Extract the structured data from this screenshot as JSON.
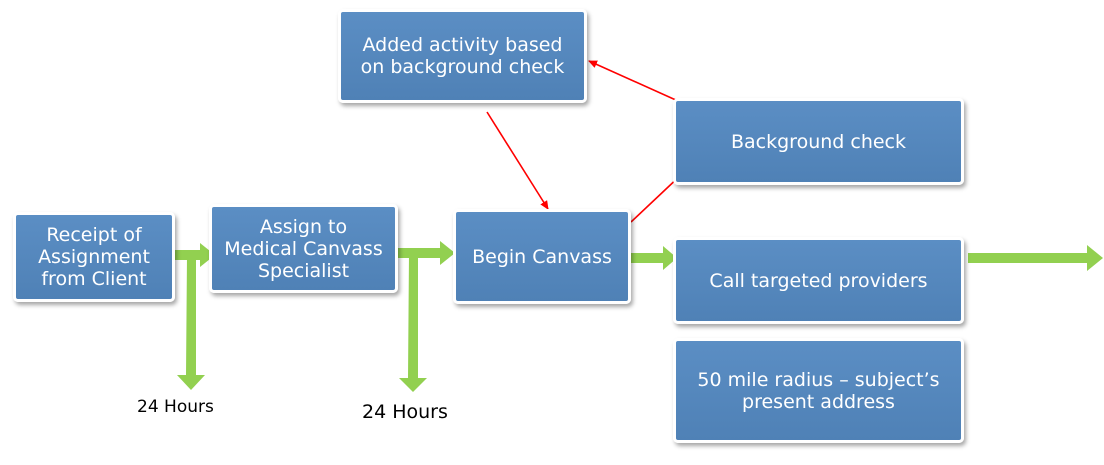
{
  "nodes": {
    "receipt": "Receipt of\nAssignment\nfrom Client",
    "assign": "Assign to\nMedical Canvass\nSpecialist",
    "begin": "Begin Canvass",
    "background": "Background check",
    "added": "Added activity based\non background check",
    "call": "Call targeted providers",
    "radius": "50 mile radius – subject’s\npresent address"
  },
  "labels": {
    "hours_1": "24 Hours",
    "hours_2": "24 Hours"
  },
  "colors": {
    "box_fill": "#4f81b6",
    "green_arrow": "#92d050",
    "red_arrow": "#ff0000",
    "text": "#ffffff"
  }
}
